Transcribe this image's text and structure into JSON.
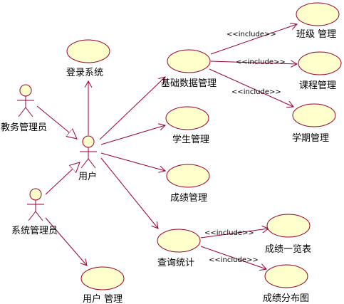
{
  "colors": {
    "line": "#990033",
    "fill": "#ffffcc",
    "text": "#000000",
    "background": "#ffffff"
  },
  "actors": {
    "teacher_admin": "教务管理员",
    "user": "用户",
    "sys_admin": "系统管理员"
  },
  "use_cases": {
    "login": "登录系统",
    "basic_data": "基础数据管理",
    "class_mgmt": "班级 管理",
    "course_mgmt": "课程管理",
    "term_mgmt": "学期管理",
    "student_mgmt": "学生管理",
    "grade_mgmt": "成绩管理",
    "query_stats": "查询统计",
    "grade_list": "成绩一览表",
    "grade_dist": "成绩分布图",
    "user_mgmt": "用户 管理"
  },
  "stereotypes": {
    "include_class": "<<include>>",
    "include_course": "<<include>>",
    "include_term": "<<include>>",
    "include_list": "<<include>>",
    "include_dist": "<<include>>"
  }
}
